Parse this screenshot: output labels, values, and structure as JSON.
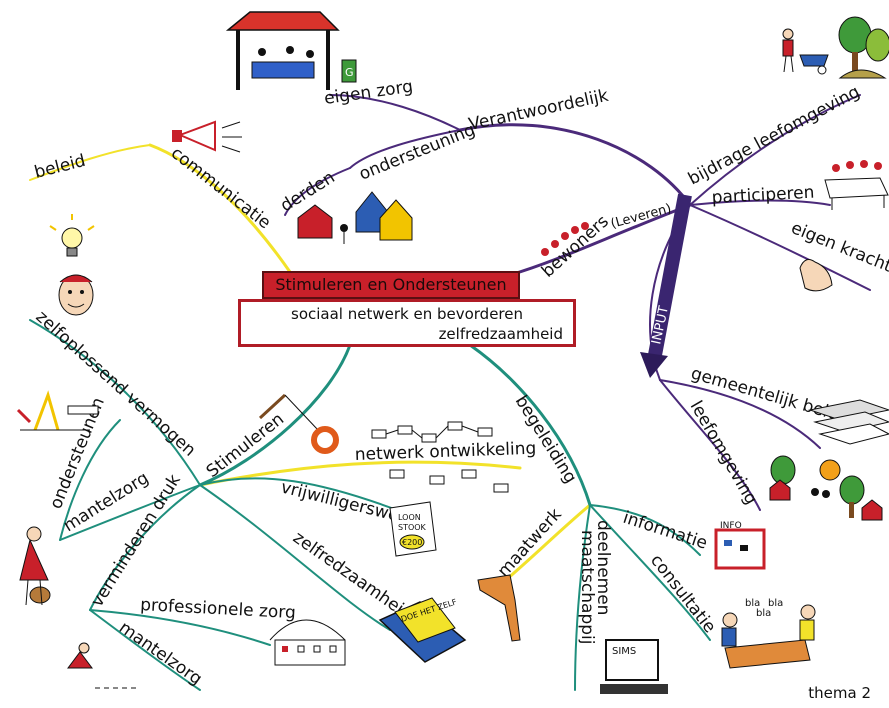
{
  "center": {
    "title": "Stimuleren en Ondersteunen",
    "line1": "sociaal netwerk en bevorderen",
    "line2": "zelfredzaamheid"
  },
  "branches": {
    "verantwoordelijk": "Verantwoordelijk",
    "eigen_zorg": "eigen zorg",
    "ondersteuning": "ondersteuning",
    "derden": "derden",
    "bijdrage": "bijdrage leefomgeving",
    "participeren": "participeren",
    "eigen_kracht": "eigen kracht",
    "bewoners": "bewoners",
    "leveren": "(Leveren)",
    "input": "INPUT",
    "gemeentelijk_beleid": "gemeentelijk beleid",
    "leefomgeving": "leefomgeving",
    "communicatie": "communicatie",
    "beleid": "beleid",
    "zelfoplossend": "zelfoplossend vermogen",
    "ondersteunen": "ondersteunen",
    "mantelzorg_1": "mantelzorg",
    "verminderen_druk": "verminderen druk",
    "professionele_zorg": "professionele zorg",
    "mantelzorg_2": "mantelzorg",
    "stimuleren": "Stimuleren",
    "netwerk": "netwerk ontwikkeling",
    "vrijwilligerswerk": "vrijwilligerswerk",
    "zelfredzaamheid": "zelfredzaamheid",
    "begeleiding": "begeleiding",
    "maatwerk": "maatwerk",
    "deelnemen": "deelnemen",
    "maatschappij": "maatschappij",
    "informatie": "informatie",
    "consultatie": "consultatie"
  },
  "sketch_text": {
    "info": "INFO",
    "bla1": "bla",
    "bla2": "bla",
    "bla3": "bla",
    "sims": "SIMS",
    "loon": "LOON",
    "stook": "STOOK",
    "euro": "€200",
    "doe_het_zelf": "DOE HET ZELF",
    "g_sign": "G"
  },
  "footer": "thema 2",
  "colors": {
    "purple": "#4b2a7a",
    "yellow": "#f2e22a",
    "teal": "#1f8f7d",
    "red": "#c8202a",
    "blue": "#2c5db3",
    "green": "#3f9a3a",
    "orange": "#e58a1f"
  },
  "icons": [
    "gazebo-icon",
    "megaphone-icon",
    "lightbulb-icon",
    "face-icon",
    "playground-icon",
    "person-icon",
    "houses-icon",
    "people-group-icon",
    "table-meeting-icon",
    "muscle-arm-icon",
    "books-icon",
    "trees-houses-icon",
    "computer-icon",
    "lifebuoy-icon",
    "book-icon",
    "gardener-icon",
    "flowchart-icon"
  ]
}
